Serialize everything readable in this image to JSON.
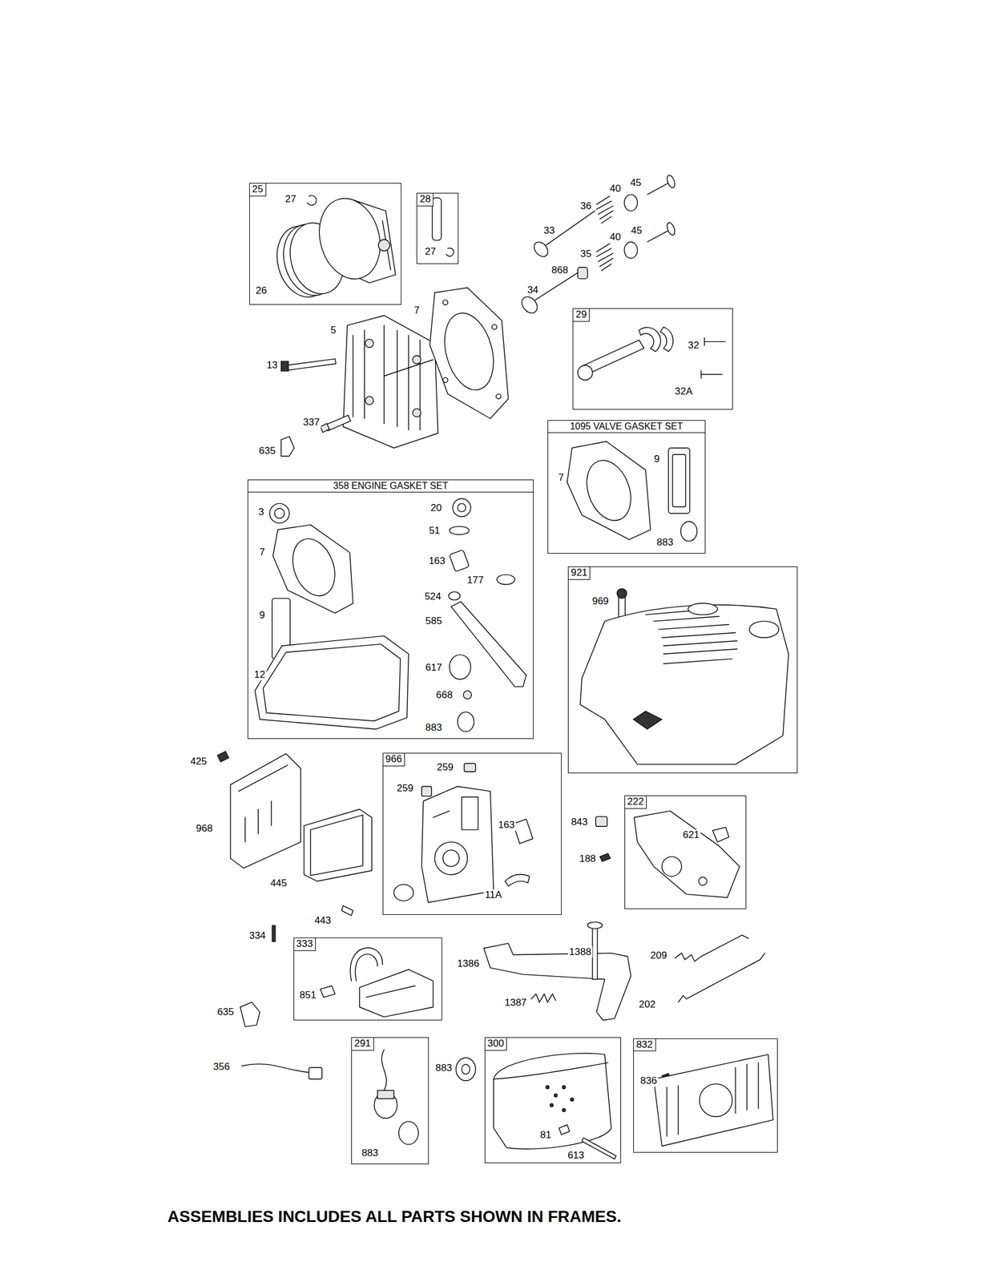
{
  "diagram": {
    "caption": "ASSEMBLIES INCLUDES ALL PARTS SHOWN IN FRAMES.",
    "nodes": [
      {
        "text": [
          "25",
          "27",
          "26"
        ]
      },
      {
        "text": [
          "28",
          "27"
        ]
      },
      {
        "text": [
          "29",
          "32",
          "32A"
        ]
      },
      {
        "text": [
          "1095 VALVE GASKET SET",
          "7",
          "9",
          "883"
        ]
      },
      {
        "text": [
          "358 ENGINE GASKET SET",
          "3",
          "7",
          "9",
          "12",
          "20",
          "51",
          "163",
          "177",
          "524",
          "585",
          "617",
          "668",
          "883"
        ]
      },
      {
        "text": [
          "921",
          "969"
        ]
      },
      {
        "text": [
          "966",
          "259",
          "259",
          "163",
          "11A"
        ]
      },
      {
        "text": [
          "222",
          "621"
        ]
      },
      {
        "text": [
          "333",
          "851"
        ]
      },
      {
        "text": [
          "291",
          "883"
        ]
      },
      {
        "text": [
          "300",
          "81",
          "613"
        ]
      },
      {
        "text": [
          "832",
          "836"
        ]
      }
    ],
    "labels": [
      "45",
      "40",
      "36",
      "33",
      "45",
      "40",
      "35",
      "868",
      "34",
      "7",
      "5",
      "13",
      "337",
      "635",
      "425",
      "968",
      "843",
      "188",
      "445",
      "443",
      "334",
      "1388",
      "209",
      "1386",
      "1387",
      "202",
      "635",
      "356",
      "883"
    ]
  }
}
